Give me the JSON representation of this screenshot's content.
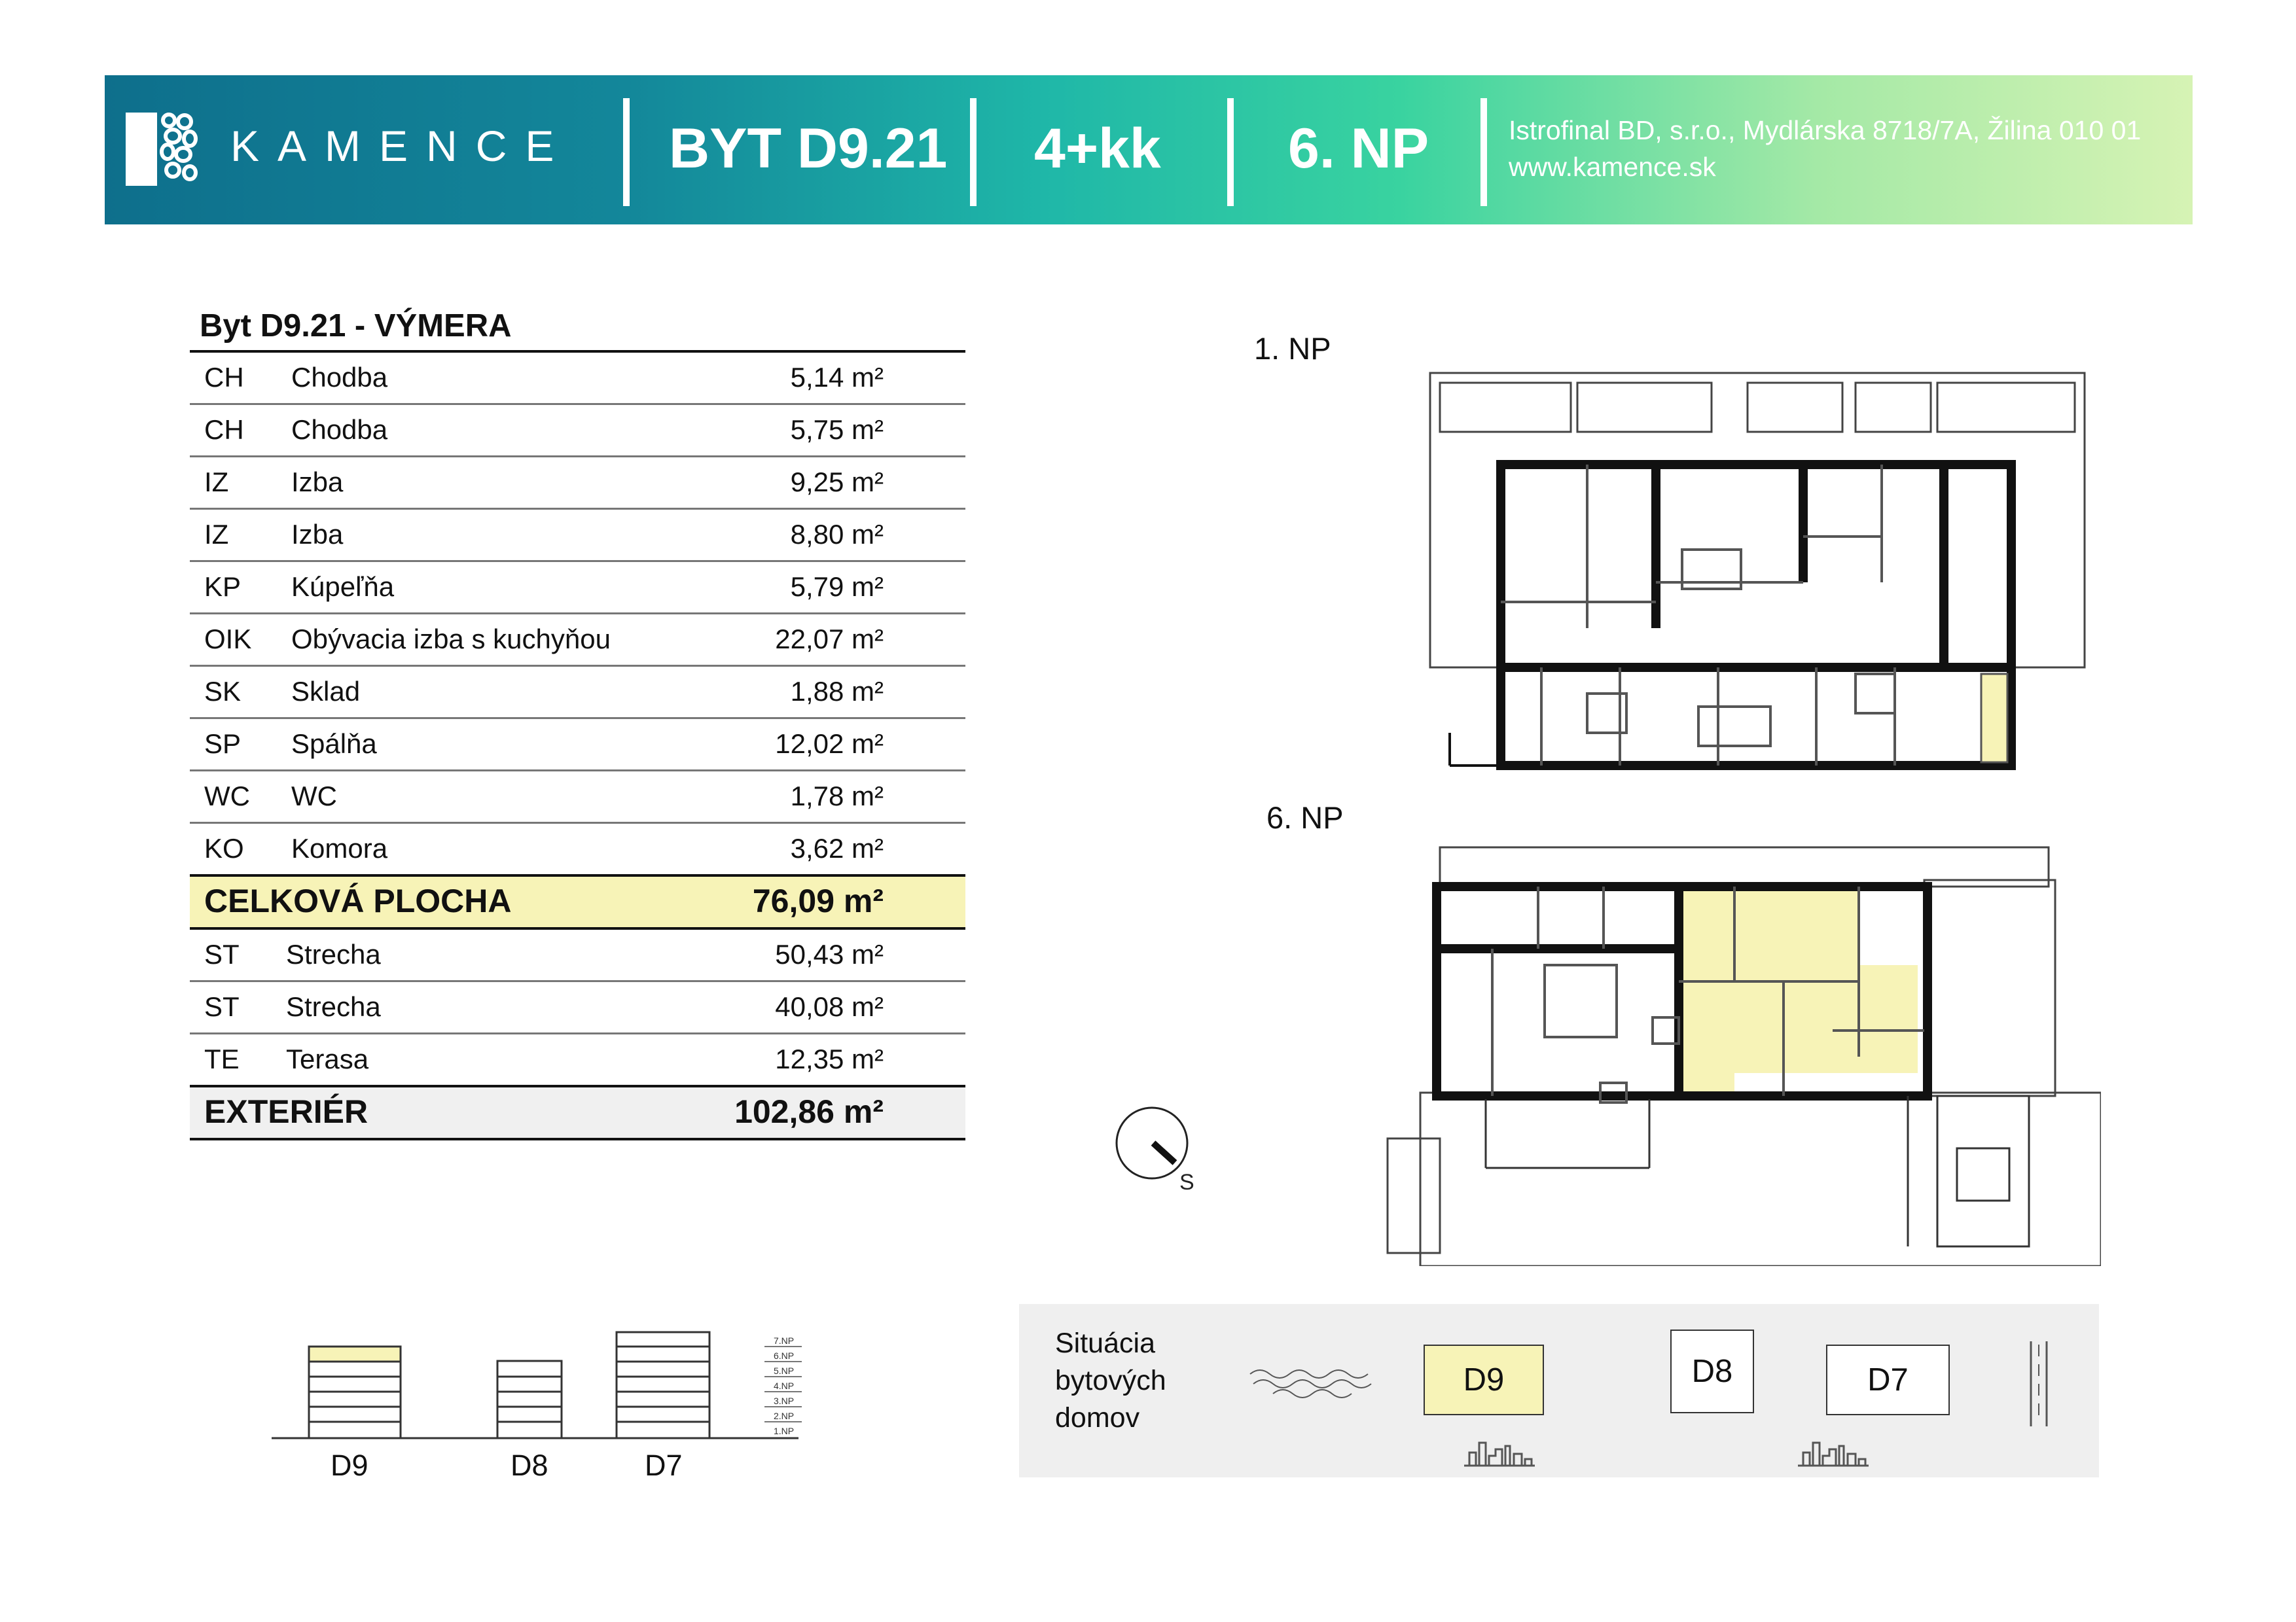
{
  "header": {
    "brand": "KAMENCE",
    "apartment": "BYT D9.21",
    "layout": "4+kk",
    "floor": "6. NP",
    "company": "Istrofinal BD, s.r.o., Mydlárska 8718/7A, Žilina  010 01",
    "website": "www.kamence.sk"
  },
  "area_table": {
    "title": "Byt D9.21 - VÝMERA",
    "rooms": [
      {
        "code": "CH",
        "name": "Chodba",
        "area": "5,14 m²"
      },
      {
        "code": "CH",
        "name": "Chodba",
        "area": "5,75 m²"
      },
      {
        "code": "IZ",
        "name": "Izba",
        "area": "9,25 m²"
      },
      {
        "code": "IZ",
        "name": "Izba",
        "area": "8,80 m²"
      },
      {
        "code": "KP",
        "name": "Kúpeľňa",
        "area": "5,79 m²"
      },
      {
        "code": "OIK",
        "name": "Obývacia izba s kuchyňou",
        "area": "22,07 m²"
      },
      {
        "code": "SK",
        "name": "Sklad",
        "area": "1,88 m²"
      },
      {
        "code": "SP",
        "name": "Spálňa",
        "area": "12,02 m²"
      },
      {
        "code": "WC",
        "name": "WC",
        "area": "1,78 m²"
      },
      {
        "code": "KO",
        "name": "Komora",
        "area": "3,62 m²"
      }
    ],
    "total_label": "CELKOVÁ PLOCHA",
    "total_value": "76,09 m²",
    "exterior": [
      {
        "code": "ST",
        "name": "Strecha",
        "area": "50,43 m²"
      },
      {
        "code": "ST",
        "name": "Strecha",
        "area": "40,08 m²"
      },
      {
        "code": "TE",
        "name": "Terasa",
        "area": "12,35 m²"
      }
    ],
    "exterior_label": "EXTERIÉR",
    "exterior_value": "102,86 m²"
  },
  "plans": {
    "floor1_label": "1. NP",
    "floor6_label": "6. NP"
  },
  "compass": {
    "letter": "S"
  },
  "buildings": {
    "names": [
      "D9",
      "D8",
      "D7"
    ],
    "floors": [
      "7.NP",
      "6.NP",
      "5.NP",
      "4.NP",
      "3.NP",
      "2.NP",
      "1.NP"
    ]
  },
  "situation": {
    "line1": "Situácia",
    "line2": "bytových",
    "line3": "domov",
    "buildings": [
      "D9",
      "D8",
      "D7"
    ]
  },
  "colors": {
    "highlight": "#f7f3b7",
    "banner_start": "#0e6f8c",
    "banner_end": "#d6f3b4"
  }
}
